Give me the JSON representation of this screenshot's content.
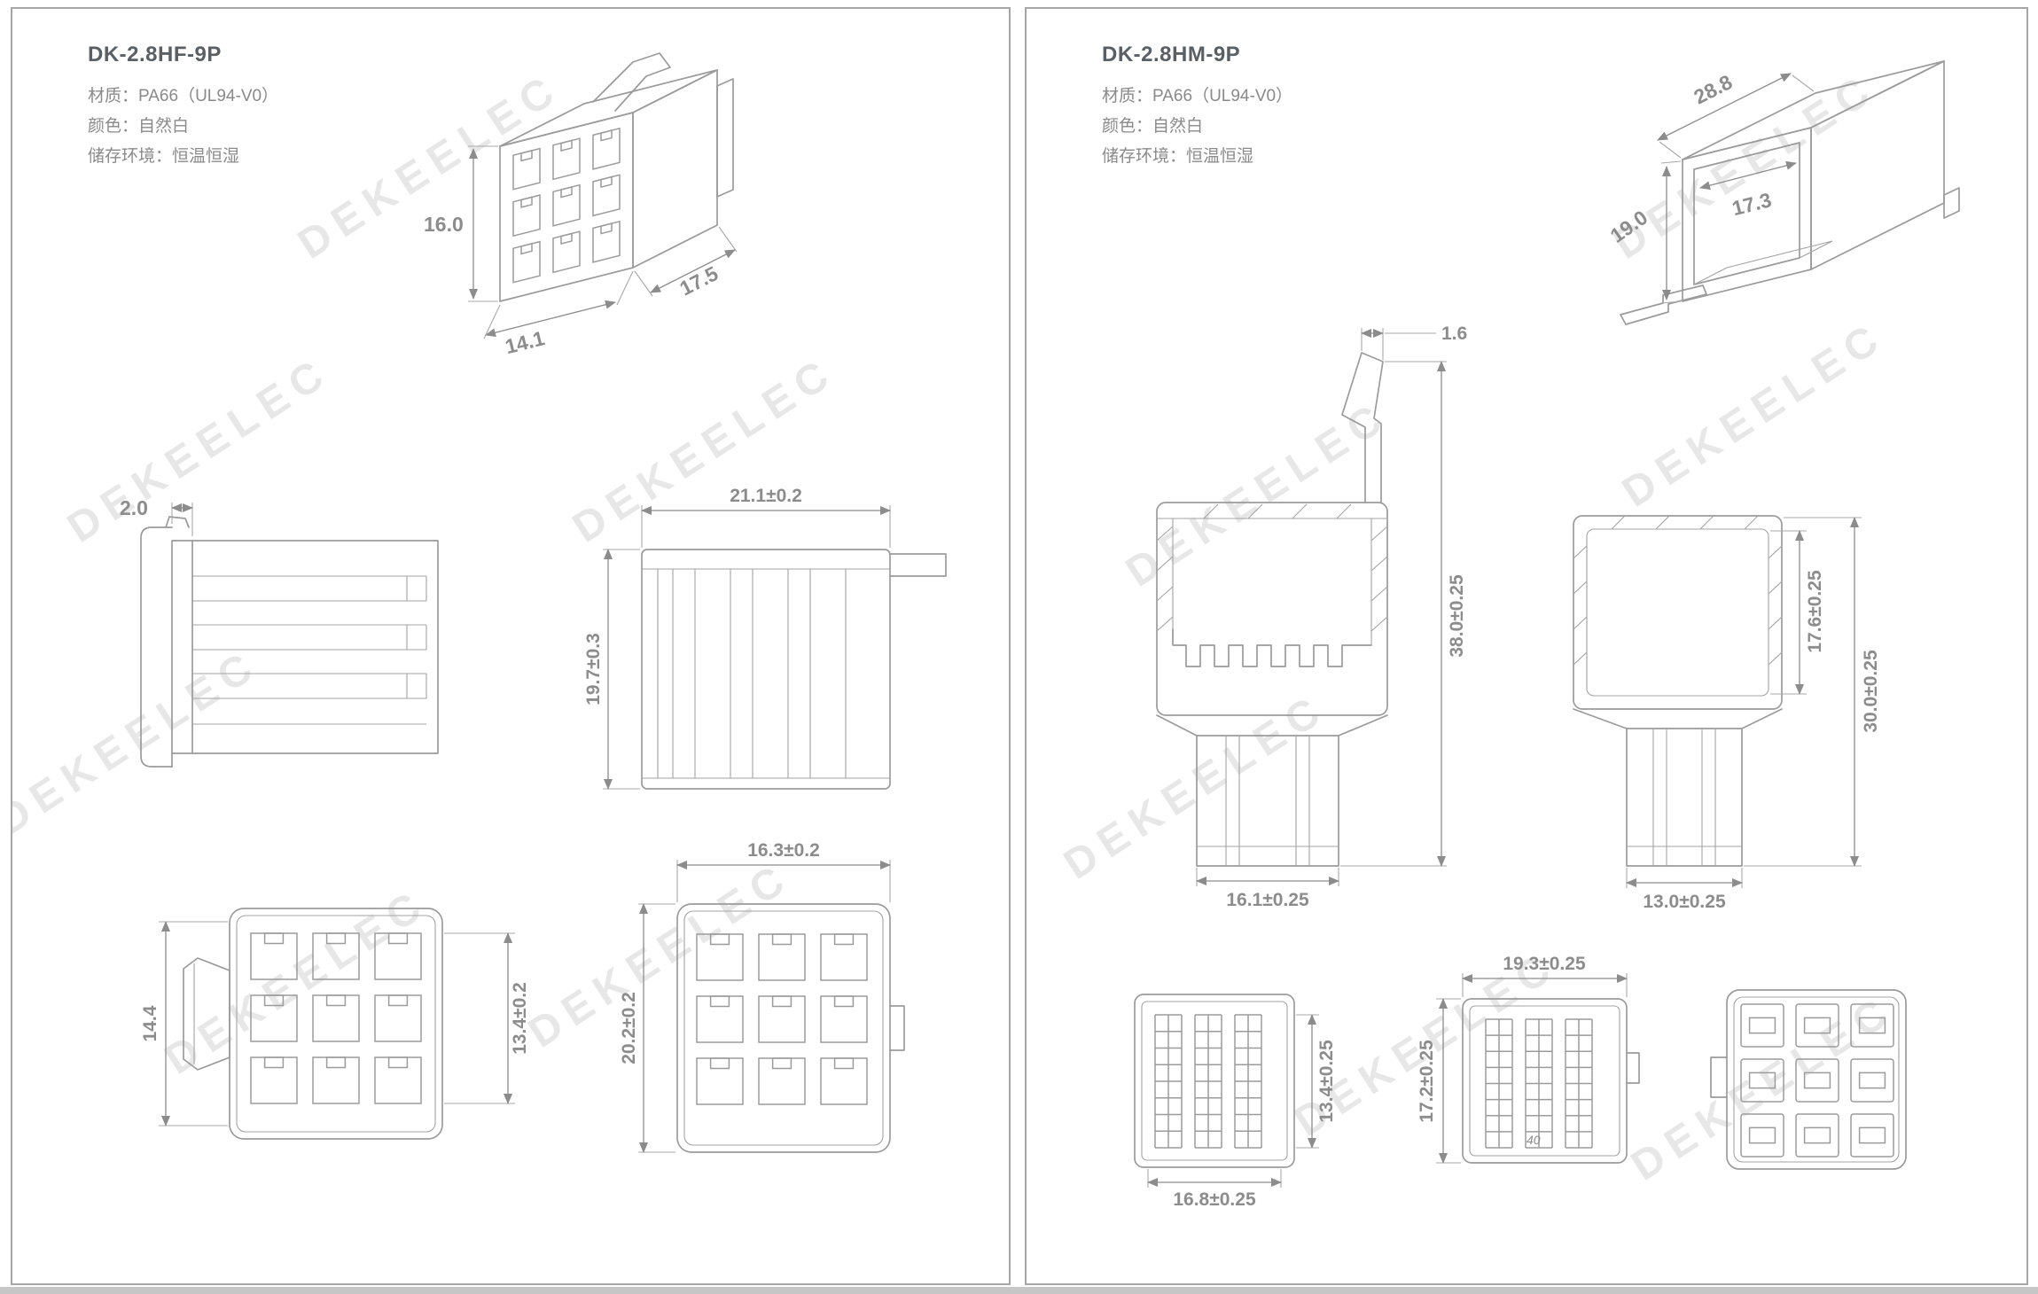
{
  "page": {
    "watermark": "DEKEELEC",
    "line_color": "#9b9b9b",
    "dim_text_color": "#8c8c8c",
    "title_color": "#5a5f63",
    "watermark_color": "#e2e2e2"
  },
  "panels": {
    "left": {
      "title": "DK-2.8HF-9P",
      "specs": [
        "材质：PA66（UL94-V0）",
        "颜色：自然白",
        "储存环境：恒温恒湿"
      ],
      "iso": {
        "height": "16.0",
        "width": "14.1",
        "depth": "17.5"
      },
      "side": {
        "tab_width": "2.0"
      },
      "front": {
        "width": "21.1±0.2",
        "height": "19.7±0.3"
      },
      "rear": {
        "height": "14.4",
        "cavity_height": "13.4±0.2"
      },
      "face": {
        "width": "16.3±0.2",
        "height": "20.2±0.2"
      }
    },
    "right": {
      "title": "DK-2.8HM-9P",
      "specs": [
        "材质：PA66（UL94-V0）",
        "颜色：自然白",
        "储存环境：恒温恒湿"
      ],
      "iso": {
        "depth": "28.8",
        "width": "17.3",
        "height": "19.0"
      },
      "section_left": {
        "latch_thickness": "1.6",
        "height": "38.0±0.25",
        "width": "16.1±0.25"
      },
      "section_right": {
        "cavity_height": "17.6±0.25",
        "height": "30.0±0.25",
        "width": "13.0±0.25"
      },
      "rear_a": {
        "cavity_height": "13.4±0.25",
        "width": "16.8±0.25"
      },
      "rear_b": {
        "width": "19.3±0.25",
        "height": "17.2±0.25",
        "note": "40"
      }
    }
  }
}
